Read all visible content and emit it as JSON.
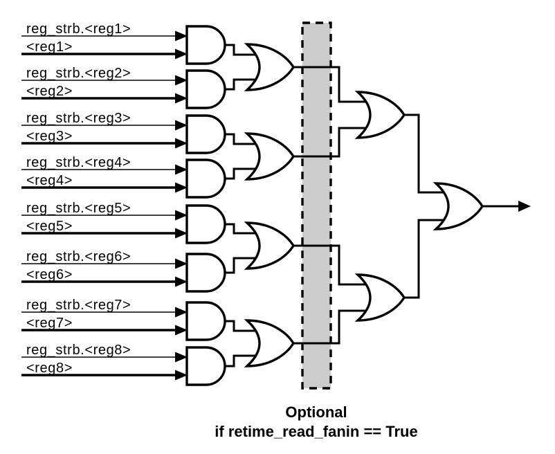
{
  "diagram": {
    "inputs": [
      {
        "strobe_label": "reg_strb.<reg1>",
        "data_label": "<reg1>"
      },
      {
        "strobe_label": "reg_strb.<reg2>",
        "data_label": "<reg2>"
      },
      {
        "strobe_label": "reg_strb.<reg3>",
        "data_label": "<reg3>"
      },
      {
        "strobe_label": "reg_strb.<reg4>",
        "data_label": "<reg4>"
      },
      {
        "strobe_label": "reg_strb.<reg5>",
        "data_label": "<reg5>"
      },
      {
        "strobe_label": "reg_strb.<reg6>",
        "data_label": "<reg6>"
      },
      {
        "strobe_label": "reg_strb.<reg7>",
        "data_label": "<reg7>"
      },
      {
        "strobe_label": "reg_strb.<reg8>",
        "data_label": "<reg8>"
      }
    ],
    "gates": {
      "and_gate_count": 8,
      "or_gate_level1_count": 4,
      "or_gate_level2_count": 2,
      "final_gate": "or"
    },
    "optional_box": {
      "label_line1": "Optional",
      "label_line2": "if retime_read_fanin == True"
    },
    "colors": {
      "wire": "#000000",
      "gate_fill": "#ffffff",
      "gate_stroke": "#000000",
      "optional_box_fill": "#cccccc",
      "optional_box_border": "#000000",
      "background": "#ffffff"
    }
  }
}
